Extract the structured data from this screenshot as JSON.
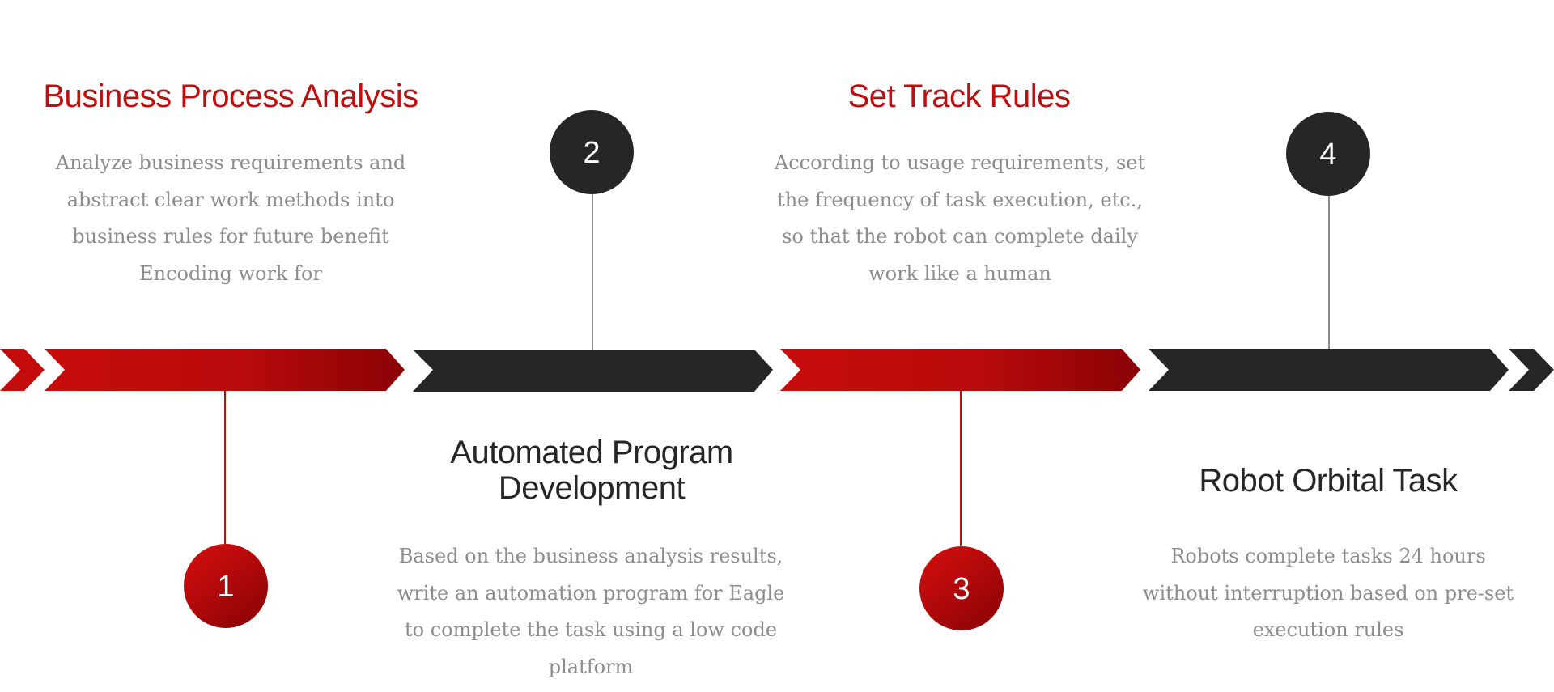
{
  "steps": [
    {
      "number": "1",
      "title": "Business Process Analysis",
      "description": "Analyze business requirements and abstract clear work methods into business rules for future benefit Encoding work for",
      "theme": "red"
    },
    {
      "number": "2",
      "title": "Automated Program Development",
      "description": "Based on the business analysis results, write an automation program for Eagle to complete the task using a low code platform",
      "theme": "dark"
    },
    {
      "number": "3",
      "title": "Set Track Rules",
      "description": "According to usage requirements, set the frequency of task execution, etc., so that the robot can complete daily work like a human",
      "theme": "red"
    },
    {
      "number": "4",
      "title": "Robot Orbital Task",
      "description": "Robots complete tasks 24 hours without interruption based on pre-set execution rules",
      "theme": "dark"
    }
  ],
  "colors": {
    "red_start": "#c80c0c",
    "red_end": "#8a0205",
    "dark": "#262626",
    "connector_gray": "#8c8c8c",
    "connector_red": "#c00d0d"
  }
}
